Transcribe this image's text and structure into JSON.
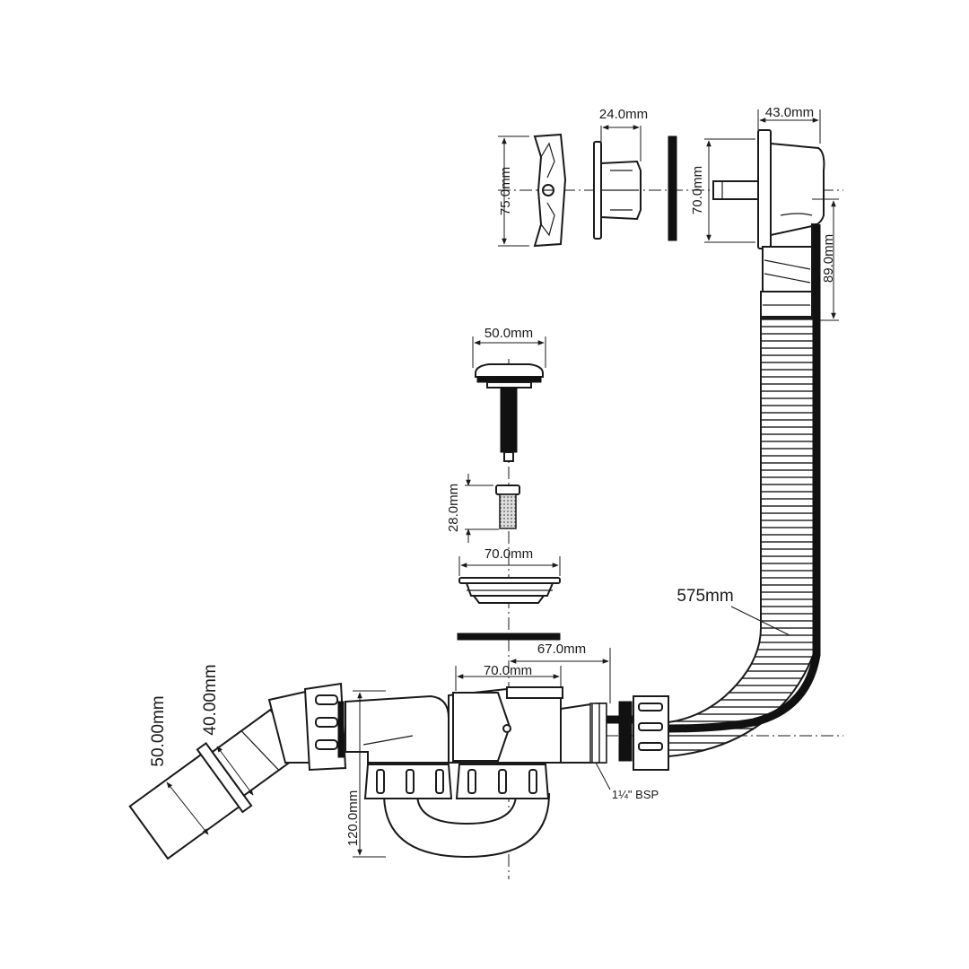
{
  "dimensions": {
    "handle_height": "75.0mm",
    "rosette_depth": "24.0mm",
    "overflow_plate_height": "70.0mm",
    "overflow_body_width": "43.0mm",
    "overflow_drop": "89.0mm",
    "plug_diameter": "50.0mm",
    "plug_insert_length": "28.0mm",
    "waste_flange_diameter": "70.0mm",
    "trap_top_width": "70.0mm",
    "trap_outlet_offset": "67.0mm",
    "hose_length": "575mm",
    "outlet_diameter_outer": "50.00mm",
    "outlet_diameter_inner": "40.00mm",
    "trap_height": "120.0mm",
    "thread_spec": "1¼\" BSP"
  }
}
